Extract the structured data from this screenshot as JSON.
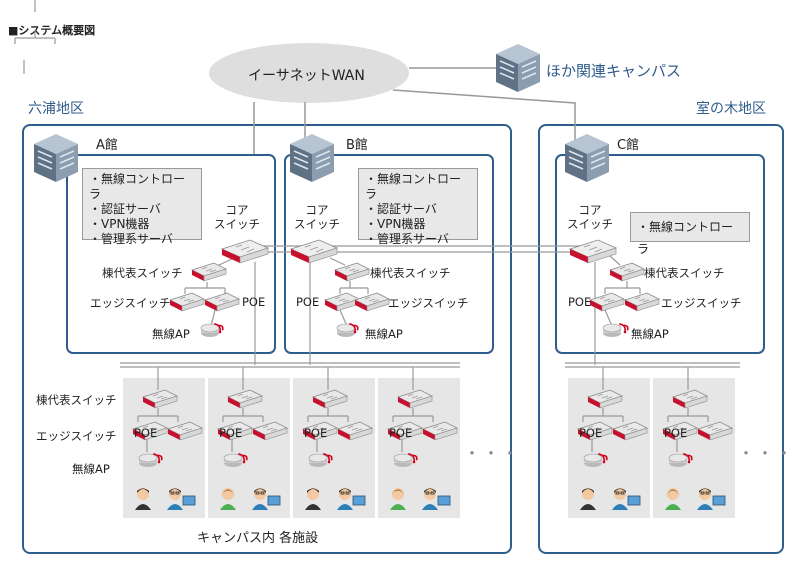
{
  "title": "■システム概要図",
  "wan": "イーサネットWAN",
  "other_campus": "ほか関連キャンパス",
  "areas": {
    "rokuura": "六浦地区",
    "muronoki": "室の木地区"
  },
  "buildings": {
    "a": {
      "name": "A館",
      "servers": [
        "・無線コントローラ",
        "・認証サーバ",
        "・VPN機器",
        "・管理系サーバ"
      ]
    },
    "b": {
      "name": "B館",
      "servers": [
        "・無線コントローラ",
        "・認証サーバ",
        "・VPN機器",
        "・管理系サーバ"
      ]
    },
    "c": {
      "name": "C館",
      "servers": [
        "・無線コントローラ"
      ]
    }
  },
  "labels": {
    "core_switch_line1": "コア",
    "core_switch_line2": "スイッチ",
    "building_switch": "棟代表スイッチ",
    "edge_switch": "エッジスイッチ",
    "poe": "POE",
    "wireless_ap": "無線AP",
    "dots": "・・・"
  },
  "campus_facilities": "キャンパス内 各施設",
  "colors": {
    "border_blue": "#2f5d8c",
    "switch_red": "#c8102e",
    "wan_gray": "#dedede",
    "facility_gray": "#e6e6e6",
    "wifi_red": "#d0021b"
  }
}
